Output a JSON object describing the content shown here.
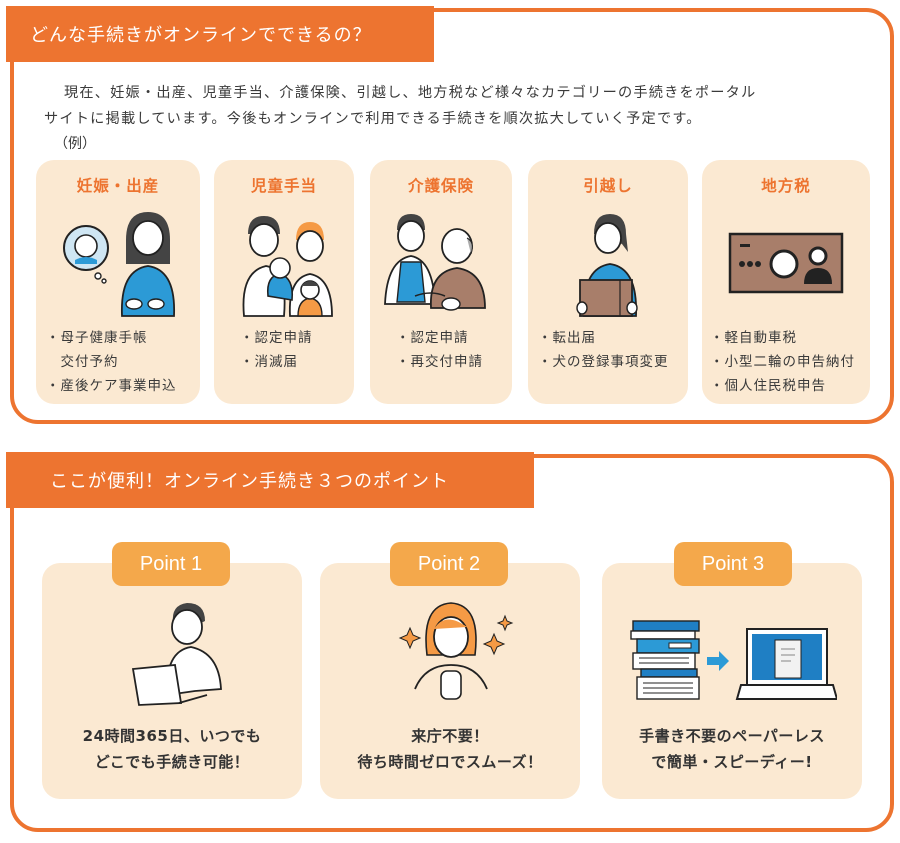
{
  "section1": {
    "title": "どんな手続きがオンラインでできるの？",
    "intro_line1": "現在、妊娠・出産、児童手当、介護保険、引越し、地方税など様々なカテゴリーの手続きをポータル",
    "intro_line2": "サイトに掲載しています。今後もオンラインで利用できる手続きを順次拡大していく予定です。",
    "example_label": "（例）",
    "categories": [
      {
        "title": "妊娠・出産",
        "icon": "pregnant-woman-illustration",
        "items": [
          "・母子健康手帳",
          "　交付予約",
          "・産後ケア事業申込"
        ]
      },
      {
        "title": "児童手当",
        "icon": "family-illustration",
        "items": [
          "・認定申請",
          "・消滅届"
        ]
      },
      {
        "title": "介護保険",
        "icon": "caregiver-elderly-illustration",
        "items": [
          "・認定申請",
          "・再交付申請"
        ]
      },
      {
        "title": "引越し",
        "icon": "moving-box-illustration",
        "items": [
          "・転出届",
          "・犬の登録事項変更"
        ]
      },
      {
        "title": "地方税",
        "icon": "id-card-illustration",
        "items": [
          "・軽自動車税",
          "・小型二輪の申告納付",
          "・個人住民税申告"
        ]
      }
    ]
  },
  "section2": {
    "title": "ここが便利！オンライン手続き３つのポイント",
    "points": [
      {
        "badge": "Point 1",
        "icon": "person-laptop-illustration",
        "line1": "24時間365日、いつでも",
        "line2": "どこでも手続き可能！"
      },
      {
        "badge": "Point 2",
        "icon": "happy-woman-sparkles-illustration",
        "line1": "来庁不要！",
        "line2": "待ち時間ゼロでスムーズ！"
      },
      {
        "badge": "Point 3",
        "icon": "paper-to-laptop-illustration",
        "line1": "手書き不要のペーパーレス",
        "line2": "で簡単・スピーディー!"
      }
    ]
  },
  "colors": {
    "accent_orange": "#ed7430",
    "badge_orange": "#f4a84b",
    "card_beige": "#fbe9d2",
    "illus_blue": "#2c9ad6",
    "illus_brown": "#a87e6a"
  }
}
